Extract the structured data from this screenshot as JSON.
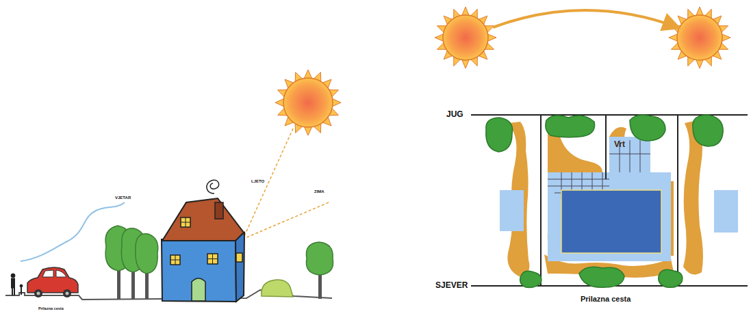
{
  "diagram": {
    "labels": [
      "VJETAR",
      "LJETO",
      "ZIMA",
      "Prilazna cesta",
      "JUG",
      "Vrt",
      "SJEVER",
      "Prilazna cesta"
    ]
  }
}
